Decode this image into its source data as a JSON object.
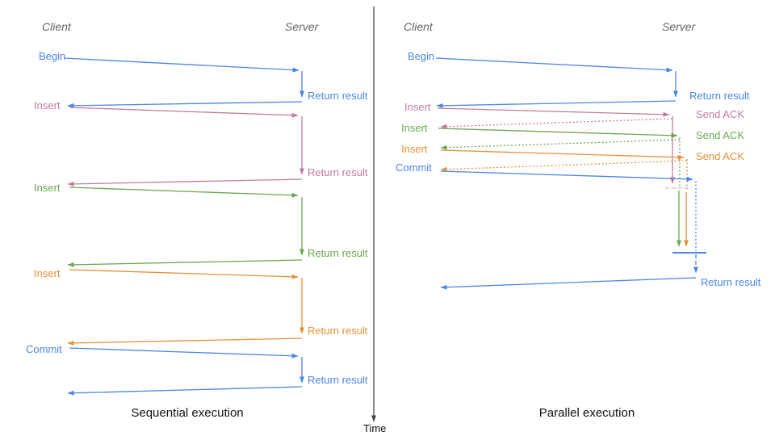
{
  "palette": {
    "background": "#ffffff",
    "blue": "#4a86e8",
    "pink": "#c27ba0",
    "green": "#6aa84f",
    "orange": "#e69138",
    "axis": "#444444",
    "header": "#666666",
    "caption": "#111111"
  },
  "time_axis_label": "Time",
  "sequential": {
    "caption": "Sequential execution",
    "client": "Client",
    "server": "Server",
    "steps": [
      {
        "request": "Begin",
        "response": "Return result"
      },
      {
        "request": "Insert",
        "response": "Return result"
      },
      {
        "request": "Insert",
        "response": "Return result"
      },
      {
        "request": "Insert",
        "response": "Return result"
      },
      {
        "request": "Commit",
        "response": "Return result"
      }
    ]
  },
  "parallel": {
    "caption": "Parallel execution",
    "client": "Client",
    "server": "Server",
    "steps": [
      {
        "request": "Begin",
        "response": "Return result"
      },
      {
        "request": "Insert",
        "response": "Send ACK"
      },
      {
        "request": "Insert",
        "response": "Send ACK"
      },
      {
        "request": "Insert",
        "response": "Send ACK"
      },
      {
        "request": "Commit",
        "response": "Return result"
      }
    ]
  }
}
